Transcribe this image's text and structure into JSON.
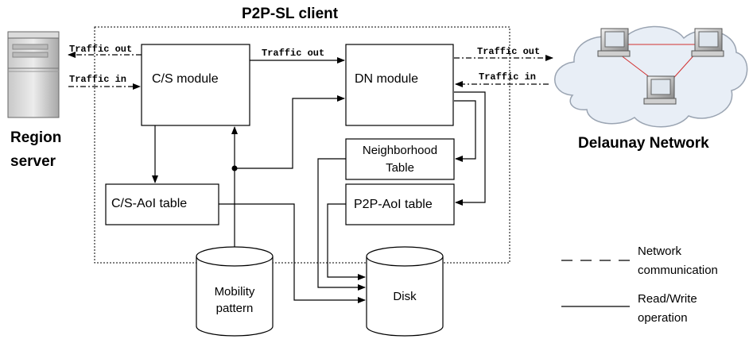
{
  "title": "P2P-SL client",
  "modules": {
    "cs_module": "C/S module",
    "dn_module": "DN module",
    "neighborhood_table_line1": "Neighborhood",
    "neighborhood_table_line2": "Table",
    "p2p_aoi_table": "P2P-AoI table",
    "cs_aoi_table": "C/S-AoI table"
  },
  "storage": {
    "mobility_line1": "Mobility",
    "mobility_line2": "pattern",
    "disk": "Disk"
  },
  "external": {
    "region_server_line1": "Region",
    "region_server_line2": "server",
    "delaunay_network": "Delaunay Network"
  },
  "flows": {
    "traffic_out": "Traffic out",
    "traffic_in": "Traffic in"
  },
  "legend": {
    "network_line1": "Network",
    "network_line2": "communication",
    "rw_line1": "Read/Write",
    "rw_line2": "operation"
  }
}
